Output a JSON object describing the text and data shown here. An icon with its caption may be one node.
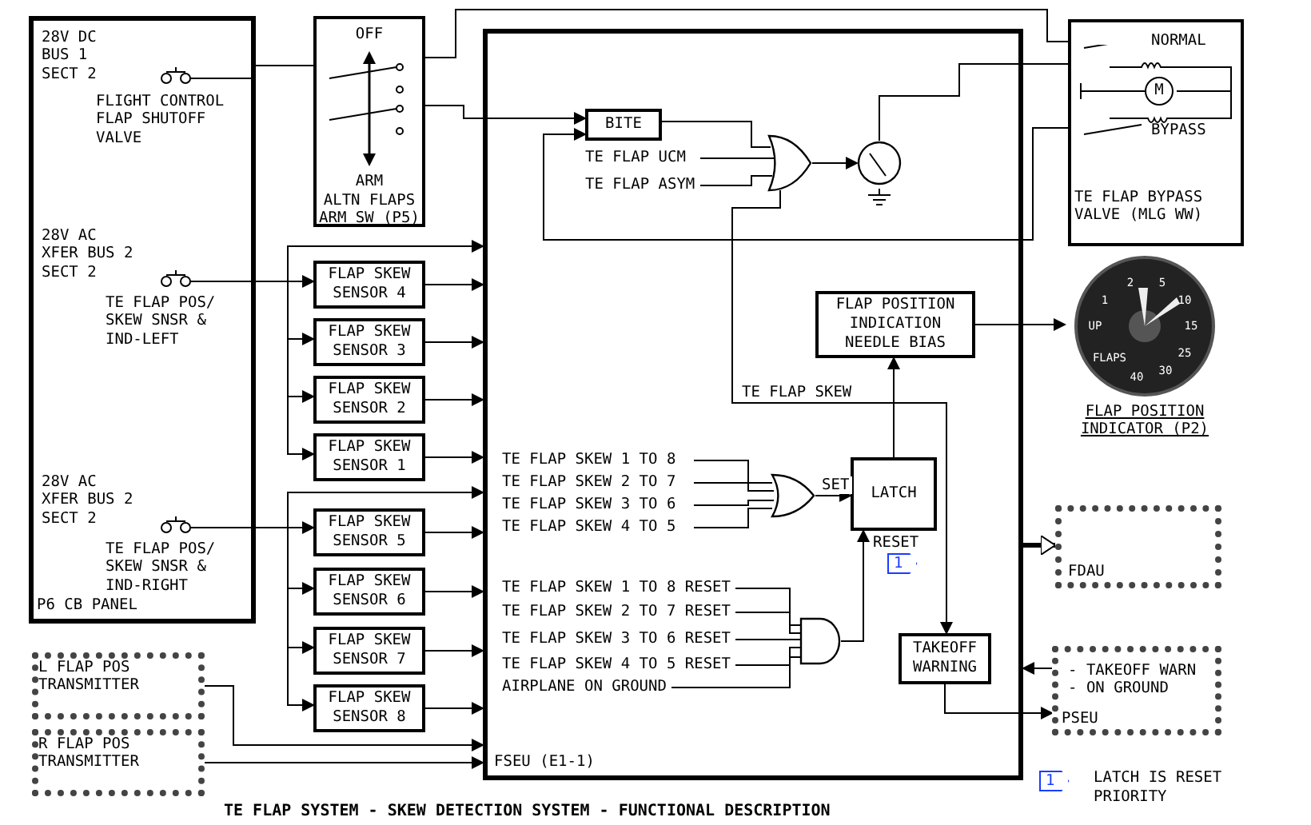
{
  "diagram": {
    "caption": "TE FLAP SYSTEM - SKEW DETECTION SYSTEM - FUNCTIONAL DESCRIPTION",
    "nodes": [
      {
        "text": [
          "P6 CB PANEL"
        ]
      },
      {
        "text": [
          "28V DC BUS 1 SECT 2",
          "FLIGHT CONTROL FLAP SHUTOFF VALVE"
        ],
        "in": 0
      },
      {
        "text": [
          "28V AC XFER BUS 2 SECT 2",
          "TE FLAP POS/ SKEW SNSR & IND-LEFT"
        ],
        "in": 0
      },
      {
        "text": [
          "28V AC XFER BUS 2 SECT 2",
          "TE FLAP POS/ SKEW SNSR & IND-RIGHT"
        ],
        "in": 0
      },
      {
        "text": [
          "OFF",
          "ARM",
          "ALTN FLAPS ARM SW (P5)"
        ]
      },
      {
        "text": [
          "L FLAP POS TRANSMITTER"
        ]
      },
      {
        "text": [
          "R FLAP POS TRANSMITTER"
        ]
      },
      {
        "text": [
          "FLAP SKEW SENSOR 4"
        ]
      },
      {
        "text": [
          "FLAP SKEW SENSOR 3"
        ]
      },
      {
        "text": [
          "FLAP SKEW SENSOR 2"
        ]
      },
      {
        "text": [
          "FLAP SKEW SENSOR 1"
        ]
      },
      {
        "text": [
          "FLAP SKEW SENSOR 5"
        ]
      },
      {
        "text": [
          "FLAP SKEW SENSOR 6"
        ]
      },
      {
        "text": [
          "FLAP SKEW SENSOR 7"
        ]
      },
      {
        "text": [
          "FLAP SKEW SENSOR 8"
        ]
      },
      {
        "text": [
          "FSEU (E1-1)"
        ]
      },
      {
        "text": [
          "BITE"
        ],
        "in": 15
      },
      {
        "text": [
          "TE FLAP UCM"
        ],
        "in": 15
      },
      {
        "text": [
          "TE FLAP ASYM"
        ],
        "in": 15
      },
      {
        "text": [],
        "shape": "gate",
        "in": 15
      },
      {
        "text": [],
        "shape": "circle",
        "in": 15
      },
      {
        "text": [
          "FLAP POSITION INDICATION NEEDLE BIAS"
        ],
        "in": 15
      },
      {
        "text": [
          "TE FLAP SKEW 1 TO 8"
        ],
        "in": 15
      },
      {
        "text": [
          "TE FLAP SKEW 2 TO 7"
        ],
        "in": 15
      },
      {
        "text": [
          "TE FLAP SKEW 3 TO 6"
        ],
        "in": 15
      },
      {
        "text": [
          "TE FLAP SKEW 4 TO 5"
        ],
        "in": 15
      },
      {
        "text": [],
        "shape": "gate",
        "in": 15
      },
      {
        "text": [
          "LATCH"
        ],
        "in": 15
      },
      {
        "text": [
          "TE FLAP SKEW 1 TO 8 RESET"
        ],
        "in": 15
      },
      {
        "text": [
          "TE FLAP SKEW 2 TO 7 RESET"
        ],
        "in": 15
      },
      {
        "text": [
          "TE FLAP SKEW 3 TO 6 RESET"
        ],
        "in": 15
      },
      {
        "text": [
          "TE FLAP SKEW 4 TO 5 RESET"
        ],
        "in": 15
      },
      {
        "text": [
          "AIRPLANE ON GROUND"
        ],
        "in": 15
      },
      {
        "text": [],
        "shape": "gate",
        "in": 15
      },
      {
        "text": [
          "TAKEOFF WARNING"
        ],
        "in": 15
      },
      {
        "text": [
          "NORMAL",
          "M",
          "BYPASS",
          "TE FLAP BYPASS VALVE (MLG WW)"
        ]
      },
      {
        "text": [
          "UP",
          "1",
          "2",
          "5",
          "10",
          "15",
          "25",
          "30",
          "40",
          "FLAPS",
          "FLAP POSITION INDICATOR (P2)"
        ]
      },
      {
        "text": [
          "FDAU"
        ]
      },
      {
        "text": [
          "- TAKEOFF WARN - ON GROUND",
          "PSEU"
        ]
      }
    ],
    "edges": [
      {
        "from": 1,
        "to": 4,
        "arrow": "none"
      },
      {
        "from": 4,
        "to": 35,
        "arrow": "none"
      },
      {
        "from": 4,
        "to": 16,
        "arrow": "to"
      },
      {
        "from": 2,
        "to": 15,
        "arrow": "to"
      },
      {
        "from": 2,
        "to": 7,
        "arrow": "to"
      },
      {
        "from": 2,
        "to": 8,
        "arrow": "to"
      },
      {
        "from": 2,
        "to": 9,
        "arrow": "to"
      },
      {
        "from": 2,
        "to": 10,
        "arrow": "to"
      },
      {
        "from": 3,
        "to": 15,
        "arrow": "to"
      },
      {
        "from": 3,
        "to": 11,
        "arrow": "to"
      },
      {
        "from": 3,
        "to": 12,
        "arrow": "to"
      },
      {
        "from": 3,
        "to": 13,
        "arrow": "to"
      },
      {
        "from": 3,
        "to": 14,
        "arrow": "to"
      },
      {
        "from": 7,
        "to": 15,
        "arrow": "to"
      },
      {
        "from": 8,
        "to": 15,
        "arrow": "to"
      },
      {
        "from": 9,
        "to": 15,
        "arrow": "to"
      },
      {
        "from": 10,
        "to": 15,
        "arrow": "to"
      },
      {
        "from": 11,
        "to": 15,
        "arrow": "to"
      },
      {
        "from": 12,
        "to": 15,
        "arrow": "to"
      },
      {
        "from": 13,
        "to": 15,
        "arrow": "to"
      },
      {
        "from": 14,
        "to": 15,
        "arrow": "to"
      },
      {
        "from": 5,
        "to": 15,
        "arrow": "to"
      },
      {
        "from": 6,
        "to": 15,
        "arrow": "to"
      },
      {
        "from": 16,
        "to": 19,
        "arrow": "none"
      },
      {
        "from": 17,
        "to": 19,
        "arrow": "none"
      },
      {
        "from": 18,
        "to": 19,
        "arrow": "none"
      },
      {
        "from": 19,
        "to": 20,
        "arrow": "to"
      },
      {
        "from": 20,
        "to": 35,
        "arrow": "none"
      },
      {
        "from": 35,
        "to": 16,
        "arrow": "to"
      },
      {
        "from": 21,
        "to": 36,
        "arrow": "to"
      },
      {
        "from": 22,
        "to": 26,
        "arrow": "none"
      },
      {
        "from": 23,
        "to": 26,
        "arrow": "none"
      },
      {
        "from": 24,
        "to": 26,
        "arrow": "none"
      },
      {
        "from": 25,
        "to": 26,
        "arrow": "none"
      },
      {
        "from": 26,
        "to": 27,
        "label": "SET",
        "arrow": "to"
      },
      {
        "from": 27,
        "to": 21,
        "arrow": "to"
      },
      {
        "from": 27,
        "to": 19,
        "label": "TE FLAP SKEW",
        "arrow": "none"
      },
      {
        "from": 27,
        "to": 34,
        "arrow": "to"
      },
      {
        "from": 28,
        "to": 33,
        "arrow": "none"
      },
      {
        "from": 29,
        "to": 33,
        "arrow": "none"
      },
      {
        "from": 30,
        "to": 33,
        "arrow": "none"
      },
      {
        "from": 31,
        "to": 33,
        "arrow": "none"
      },
      {
        "from": 32,
        "to": 33,
        "arrow": "none"
      },
      {
        "from": 33,
        "to": 27,
        "label": "RESET",
        "arrow": "to"
      },
      {
        "from": 15,
        "to": 37,
        "arrow": "to",
        "style": "thick"
      },
      {
        "from": 38,
        "to": 15,
        "arrow": "to"
      },
      {
        "from": 34,
        "to": 38,
        "arrow": "to"
      }
    ],
    "labels": [
      "1",
      "1",
      "LATCH IS RESET PRIORITY"
    ]
  }
}
